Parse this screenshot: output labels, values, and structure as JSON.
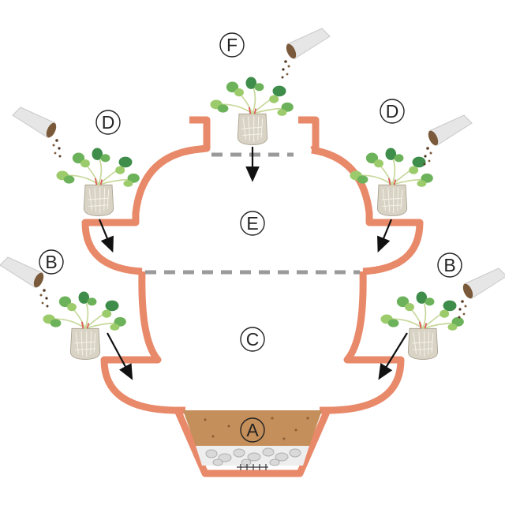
{
  "labels": {
    "a": "A",
    "b": "B",
    "c": "C",
    "d": "D",
    "e": "E",
    "f": "F"
  },
  "colors": {
    "pot": "#e8896a",
    "dashed_divider": "#9a9a9a",
    "soil": "#c48f5a",
    "gravel": "#d9d9d9",
    "leaf_dark": "#3f8d4a",
    "leaf_mid": "#6cb25a",
    "leaf_light": "#9ccb6b",
    "root_ball": "#d8d3c4",
    "arrow": "#111111",
    "seed_bag": "#e6e6e6"
  },
  "icons": [
    "plant-seedling-icon",
    "seed-pouring-bag-icon",
    "down-arrow-icon"
  ]
}
